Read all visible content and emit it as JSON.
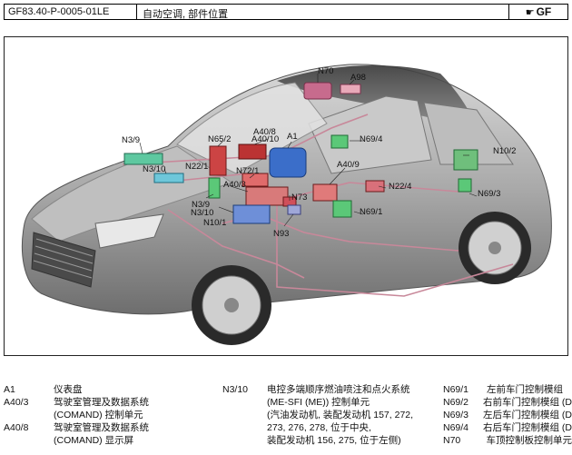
{
  "header": {
    "code": "GF83.40-P-0005-01LE",
    "title": "自动空调, 部件位置",
    "logo_text": "GF",
    "logo_icon": "manual-hand-icon"
  },
  "figure": {
    "labels": {
      "N70": "N70",
      "A98": "A98",
      "N3_9_top": "N3/9",
      "N3_10_top": "N3/10",
      "N22_1": "N22/1",
      "N65_2": "N65/2",
      "A40_8": "A40/8",
      "A40_10": "A40/10",
      "A1": "A1",
      "N69_4": "N69/4",
      "N72_1": "N72/1",
      "A40_3": "A40/3",
      "A40_9": "A40/9",
      "N10_2": "N10/2",
      "N22_4": "N22/4",
      "N69_3": "N69/3",
      "N73": "N73",
      "N3_9_low": "N3/9",
      "N3_10_low": "N3/10",
      "N10_1": "N10/1",
      "N69_1": "N69/1",
      "N93": "N93"
    }
  },
  "legend": {
    "col1": [
      {
        "code": "A1",
        "desc": "仪表盘"
      },
      {
        "code": "A40/3",
        "desc": "驾驶室管理及数据系统"
      },
      {
        "code": "",
        "desc": "(COMAND) 控制单元"
      },
      {
        "code": "A40/8",
        "desc": "驾驶室管理及数据系统"
      },
      {
        "code": "",
        "desc": "(COMAND) 显示屏"
      }
    ],
    "col2": [
      {
        "code": "N3/10",
        "desc": "电控多端顺序燃油喷注和点火系统"
      },
      {
        "code": "",
        "desc": "(ME-SFI (ME)) 控制单元"
      },
      {
        "code": "",
        "desc": "(汽油发动机, 装配发动机 157, 272,"
      },
      {
        "code": "",
        "desc": "273, 276, 278, 位于中央,"
      },
      {
        "code": "",
        "desc": "装配发动机 156, 275, 位于左侧)"
      }
    ],
    "col3": [
      {
        "code": "N69/1",
        "desc": "左前车门控制模组"
      },
      {
        "code": "N69/2",
        "desc": "右前车门控制模组 (D"
      },
      {
        "code": "N69/3",
        "desc": "左后车门控制模组 (D"
      },
      {
        "code": "N69/4",
        "desc": "右后车门控制模组 (D"
      },
      {
        "code": "N70",
        "desc": "车顶控制板控制单元"
      }
    ]
  }
}
